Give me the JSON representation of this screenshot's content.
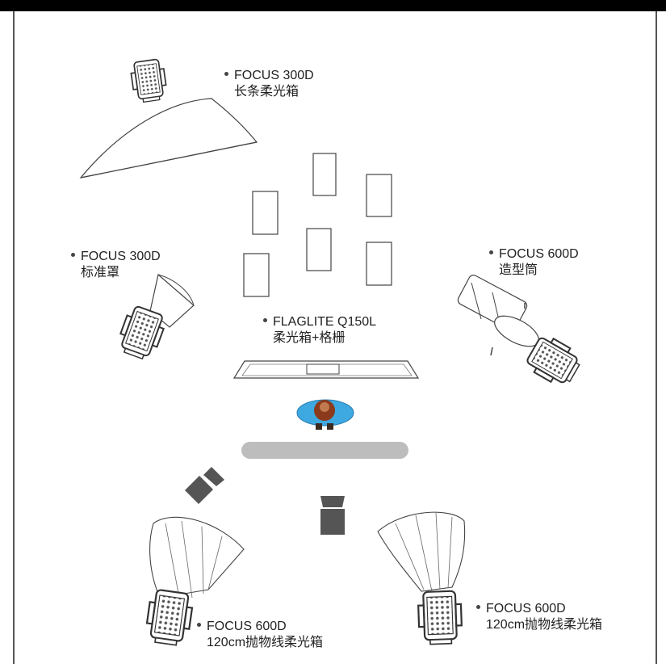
{
  "labels": {
    "top_softbox": {
      "model": "FOCUS 300D",
      "modifier": "长条柔光箱"
    },
    "left_reflector": {
      "model": "FOCUS 300D",
      "modifier": "标准罩"
    },
    "right_spot": {
      "model": "FOCUS 600D",
      "modifier": "造型筒"
    },
    "center_flag": {
      "model": "FLAGLITE Q150L",
      "modifier": "柔光箱+格栅"
    },
    "bottom_left_parabolic": {
      "model": "FOCUS 600D",
      "modifier": "120cm抛物线柔光箱"
    },
    "bottom_right_parabolic": {
      "model": "FOCUS 600D",
      "modifier": "120cm抛物线柔光箱"
    }
  },
  "colors": {
    "frame_bar": "#000000",
    "frame_line": "#555555",
    "subject_background": "#3da9e0",
    "subject_hair": "#8b3a1c",
    "table": "#bdbdbd",
    "camera": "#555555"
  }
}
